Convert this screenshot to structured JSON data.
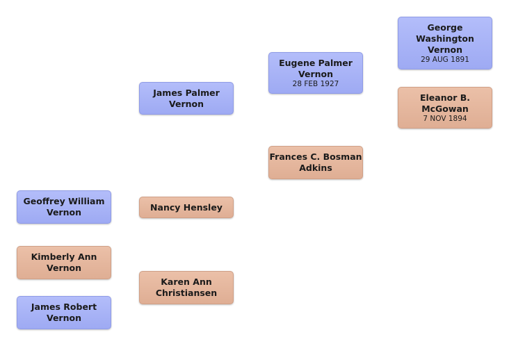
{
  "colors": {
    "male_fill": "#a8b3f7",
    "female_fill": "#e4b59c",
    "background": "#ffffff"
  },
  "people": {
    "george": {
      "name": "George\nWashington\nVernon",
      "date": "29 AUG 1891"
    },
    "eleanor": {
      "name": "Eleanor B.\nMcGowan",
      "date": "7 NOV 1894"
    },
    "eugene": {
      "name": "Eugene Palmer\nVernon",
      "date": "28 FEB 1927"
    },
    "frances": {
      "name": "Frances C. Bosman\nAdkins"
    },
    "james_palmer": {
      "name": "James Palmer\nVernon"
    },
    "nancy": {
      "name": "Nancy Hensley"
    },
    "karen": {
      "name": "Karen Ann\nChristiansen"
    },
    "geoffrey": {
      "name": "Geoffrey William\nVernon"
    },
    "kimberly": {
      "name": "Kimberly Ann\nVernon"
    },
    "james_robert": {
      "name": "James Robert\nVernon"
    }
  }
}
